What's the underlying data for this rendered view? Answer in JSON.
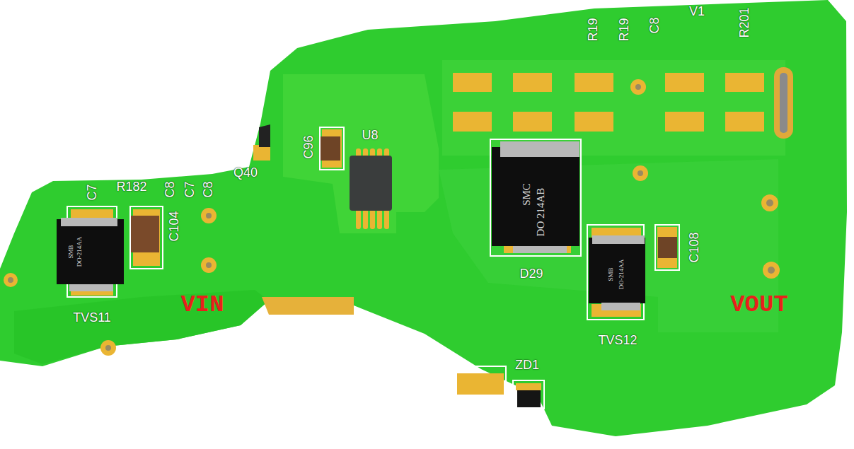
{
  "diagram": {
    "labels": [
      "C7",
      "R182",
      "C8",
      "C7",
      "C8",
      "Q40",
      "C96",
      "U8",
      "C104",
      "TVS11",
      "VIN",
      "SMB",
      "DO-214AA",
      "SMC",
      "DO 214AB",
      "D29",
      "SMB",
      "DO-214AA",
      "TVS12",
      "C108",
      "VOUT",
      "ZD1",
      "R19",
      "R19",
      "C8",
      "V1",
      "R201"
    ]
  }
}
